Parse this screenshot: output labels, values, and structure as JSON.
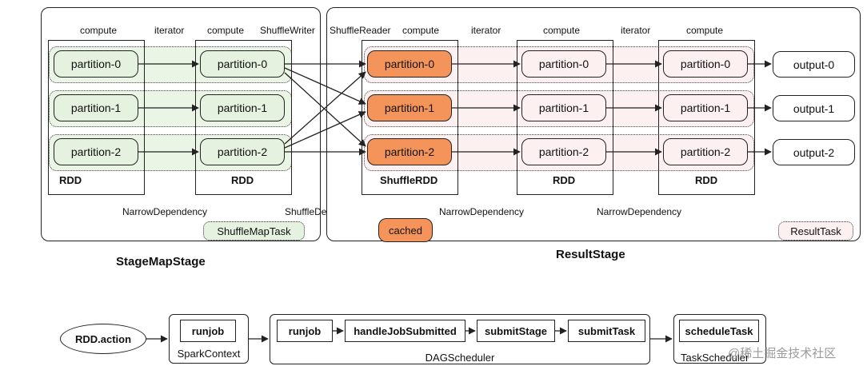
{
  "colors": {
    "green_fill": "#e4f2df",
    "orange_fill": "#f4945a",
    "pink_fill": "#fdf0f0",
    "line": "#222222"
  },
  "map_stage": {
    "title": "StageMapStage",
    "task": "ShuffleMapTask",
    "rdd1": {
      "label": "RDD",
      "partitions": [
        "partition-0",
        "partition-1",
        "partition-2"
      ]
    },
    "rdd2": {
      "label": "RDD",
      "partitions": [
        "partition-0",
        "partition-1",
        "partition-2"
      ]
    },
    "top_labels": {
      "compute1": "compute",
      "iterator": "iterator",
      "compute2": "compute",
      "writer": "ShuffleWriter"
    },
    "dependency": "NarrowDependency"
  },
  "shuffle_dependency": "ShuffleDependency",
  "result_stage": {
    "title": "ResultStage",
    "task": "ResultTask",
    "cached": "cached",
    "top_labels": {
      "reader": "ShuffleReader",
      "compute1": "compute",
      "iterator1": "iterator",
      "compute2": "compute",
      "iterator2": "iterator",
      "compute3": "compute"
    },
    "shuffle_rdd": {
      "label": "ShuffleRDD",
      "partitions": [
        "partition-0",
        "partition-1",
        "partition-2"
      ]
    },
    "rdd_a": {
      "label": "RDD",
      "partitions": [
        "partition-0",
        "partition-1",
        "partition-2"
      ]
    },
    "rdd_b": {
      "label": "RDD",
      "partitions": [
        "partition-0",
        "partition-1",
        "partition-2"
      ]
    },
    "dependency1": "NarrowDependency",
    "dependency2": "NarrowDependency",
    "outputs": [
      "output-0",
      "output-1",
      "output-2"
    ]
  },
  "pipeline": {
    "action": "RDD.action",
    "spark_context": {
      "label": "SparkContext",
      "item": "runjob"
    },
    "dag_scheduler": {
      "label": "DAGScheduler",
      "items": [
        "runjob",
        "handleJobSubmitted",
        "submitStage",
        "submitTask"
      ]
    },
    "task_scheduler": {
      "label": "TaskScheduler",
      "item": "scheduleTask"
    }
  },
  "watermark": "@稀土掘金技术社区"
}
